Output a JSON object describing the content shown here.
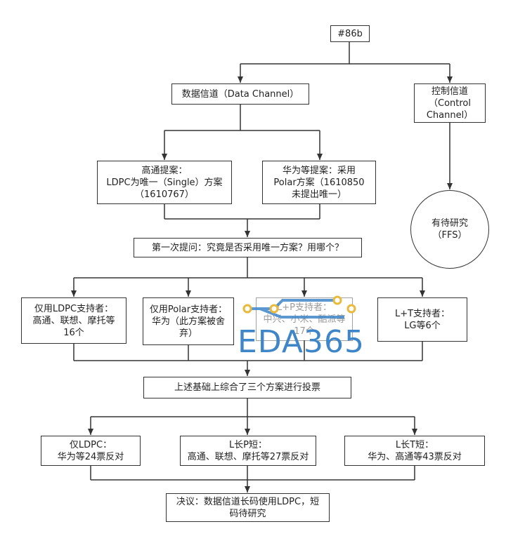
{
  "root": "#86b",
  "data_channel": "数据信道（Data Channel）",
  "control_channel": "控制信道\n（Control\nChannel）",
  "qualcomm": "高通提案：\nLDPC为唯一（Single）方案\n（1610767）",
  "huawei": "华为等提案：采用\nPolar方案（1610850\n未提出唯一）",
  "ffs": "有待研究\n（FFS）",
  "first_question": "第一次提问：究竟是否采用唯一方案？用哪个？",
  "ldpc_only_supporters": "仅用LDPC支持者：\n高通、联想、摩托等\n16个",
  "polar_only_supporters": "仅用Polar支持者：\n华为（此方案被舍\n弃）",
  "lp_supporters": "L+P支持者：\n中兴、小米、酷派等\n17个",
  "lt_supporters": "L+T支持者：\nLG等6个",
  "vote_intro": "上述基础上综合了三个方案进行投票",
  "vote_ldpc": "仅LDPC：\n华为等24票反对",
  "vote_lp": "L长P短：\n高通、联想、摩托等27票反对",
  "vote_lt": "L长T短：\n华为、高通等43票反对",
  "resolution": "决议：数据信道长码使用LDPC，短\n码待研究",
  "watermark": "EDA365",
  "colors": {
    "line": "#333333",
    "watermark": "#3f86c9",
    "watermark_dot": "#e8b93a"
  }
}
